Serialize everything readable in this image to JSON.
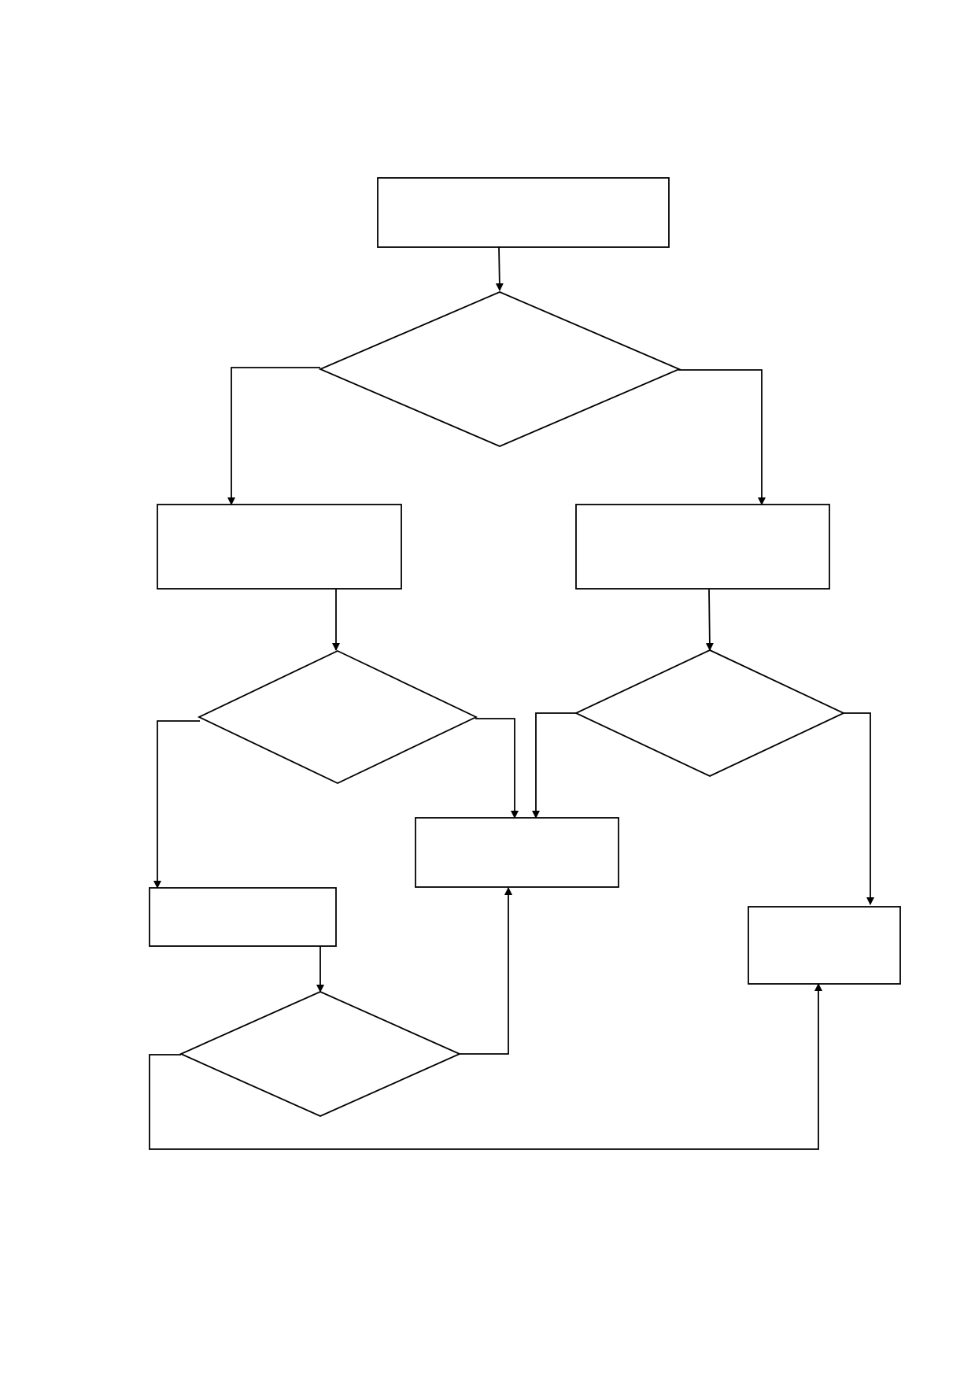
{
  "diagram": {
    "colors": {
      "background": "#ffffff",
      "stroke": "#000000"
    },
    "nodes": [
      {
        "id": "process-1",
        "kind": "process",
        "label": ""
      },
      {
        "id": "decision-1",
        "kind": "decision",
        "label": ""
      },
      {
        "id": "process-2",
        "kind": "process",
        "label": ""
      },
      {
        "id": "process-3",
        "kind": "process",
        "label": ""
      },
      {
        "id": "decision-2",
        "kind": "decision",
        "label": ""
      },
      {
        "id": "decision-3",
        "kind": "decision",
        "label": ""
      },
      {
        "id": "process-4",
        "kind": "process",
        "label": ""
      },
      {
        "id": "process-5",
        "kind": "process",
        "label": ""
      },
      {
        "id": "process-6",
        "kind": "process",
        "label": ""
      },
      {
        "id": "decision-4",
        "kind": "decision",
        "label": ""
      }
    ],
    "edges": [
      {
        "from": "process-1",
        "to": "decision-1"
      },
      {
        "from": "decision-1",
        "to": "process-2"
      },
      {
        "from": "decision-1",
        "to": "process-3"
      },
      {
        "from": "process-2",
        "to": "decision-2"
      },
      {
        "from": "process-3",
        "to": "decision-3"
      },
      {
        "from": "decision-2",
        "to": "process-5"
      },
      {
        "from": "decision-2",
        "to": "process-4"
      },
      {
        "from": "decision-3",
        "to": "process-4"
      },
      {
        "from": "decision-3",
        "to": "process-6"
      },
      {
        "from": "process-5",
        "to": "decision-4"
      },
      {
        "from": "decision-4",
        "to": "process-4"
      },
      {
        "from": "decision-4",
        "to": "process-6"
      }
    ]
  }
}
